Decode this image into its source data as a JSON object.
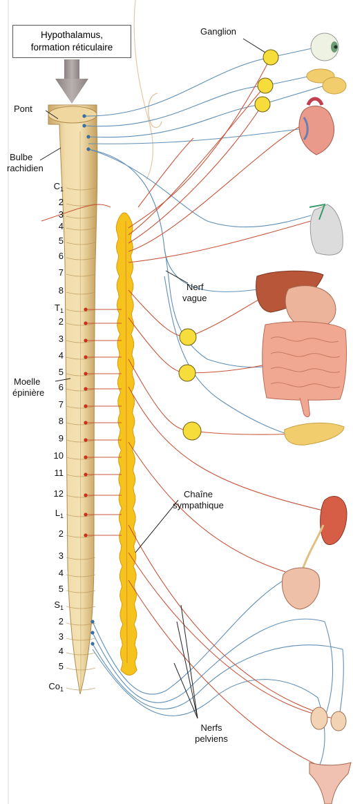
{
  "header_box": {
    "line1": "Hypothalamus,",
    "line2": "formation réticulaire"
  },
  "labels": {
    "ganglion": "Ganglion",
    "pont": "Pont",
    "bulbe_line1": "Bulbe",
    "bulbe_line2": "rachidien",
    "nerf_vague_line1": "Nerf",
    "nerf_vague_line2": "vague",
    "moelle_line1": "Moelle",
    "moelle_line2": "épinière",
    "chaine_line1": "Chaîne",
    "chaine_line2": "sympathique",
    "nerfs_pelviens_line1": "Nerfs",
    "nerfs_pelviens_line2": "pelviens"
  },
  "segments": [
    {
      "base": "C",
      "sub": "1"
    },
    {
      "base": "2",
      "sub": ""
    },
    {
      "base": "3",
      "sub": ""
    },
    {
      "base": "4",
      "sub": ""
    },
    {
      "base": "5",
      "sub": ""
    },
    {
      "base": "6",
      "sub": ""
    },
    {
      "base": "7",
      "sub": ""
    },
    {
      "base": "8",
      "sub": ""
    },
    {
      "base": "T",
      "sub": "1"
    },
    {
      "base": "2",
      "sub": ""
    },
    {
      "base": "3",
      "sub": ""
    },
    {
      "base": "4",
      "sub": ""
    },
    {
      "base": "5",
      "sub": ""
    },
    {
      "base": "6",
      "sub": ""
    },
    {
      "base": "7",
      "sub": ""
    },
    {
      "base": "8",
      "sub": ""
    },
    {
      "base": "9",
      "sub": ""
    },
    {
      "base": "10",
      "sub": ""
    },
    {
      "base": "11",
      "sub": ""
    },
    {
      "base": "12",
      "sub": ""
    },
    {
      "base": "L",
      "sub": "1"
    },
    {
      "base": "2",
      "sub": ""
    },
    {
      "base": "3",
      "sub": ""
    },
    {
      "base": "4",
      "sub": ""
    },
    {
      "base": "5",
      "sub": ""
    },
    {
      "base": "S",
      "sub": "1"
    },
    {
      "base": "2",
      "sub": ""
    },
    {
      "base": "3",
      "sub": ""
    },
    {
      "base": "4",
      "sub": ""
    },
    {
      "base": "5",
      "sub": ""
    },
    {
      "base": "Co",
      "sub": "1"
    }
  ],
  "colors": {
    "spinal_cord": "#e8cc8e",
    "sympathetic_chain": "#f6c21c",
    "parasympathetic_nerve": "#5f8fb8",
    "sympathetic_nerve": "#c8553a",
    "ganglion_fill": "#f6dd3c",
    "arrow": "#9a9090"
  },
  "organs": [
    "eye-icon",
    "salivary-gland-icon",
    "heart-icon",
    "lung-icon",
    "liver-icon",
    "stomach-icon",
    "intestine-icon",
    "pancreas-icon",
    "kidney-icon",
    "bladder-icon",
    "testis-icon",
    "uterus-icon"
  ]
}
